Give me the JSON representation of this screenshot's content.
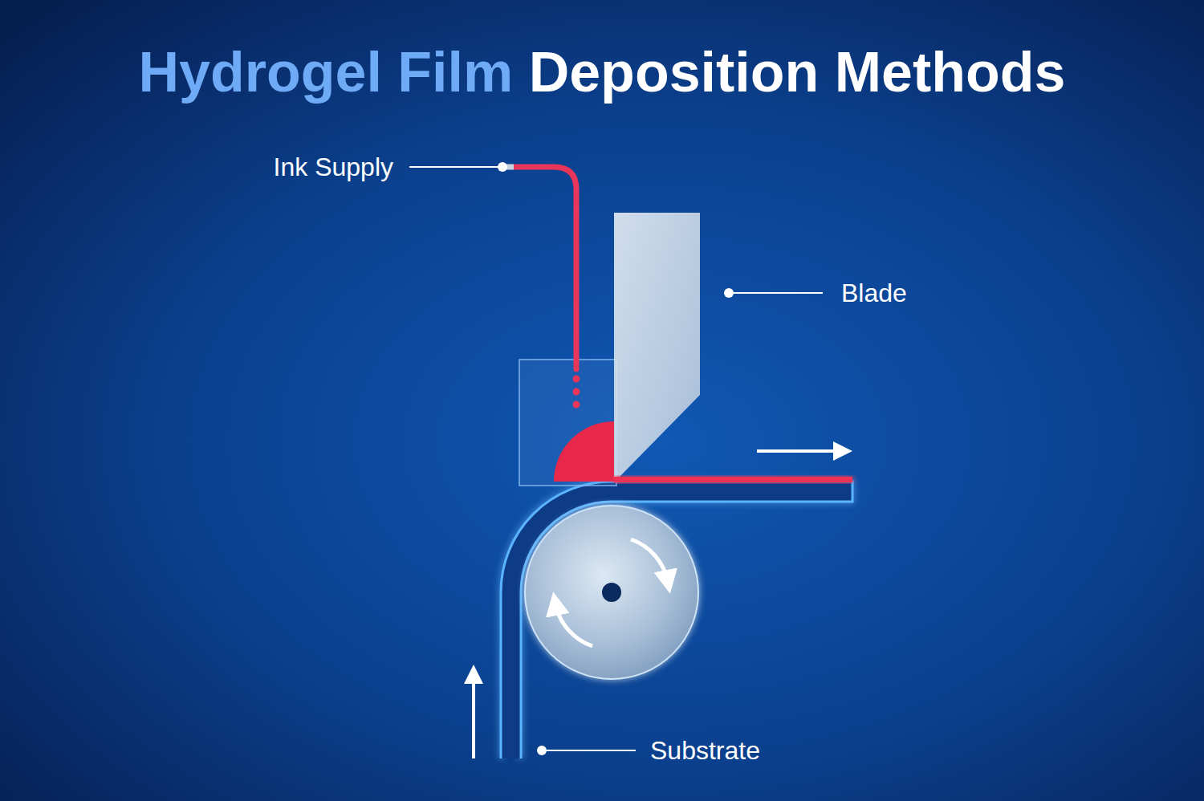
{
  "diagram": {
    "title": "Hydrogel Film Deposition Methods",
    "labels": [
      "Ink Supply",
      "Blade",
      "Substrate"
    ]
  }
}
